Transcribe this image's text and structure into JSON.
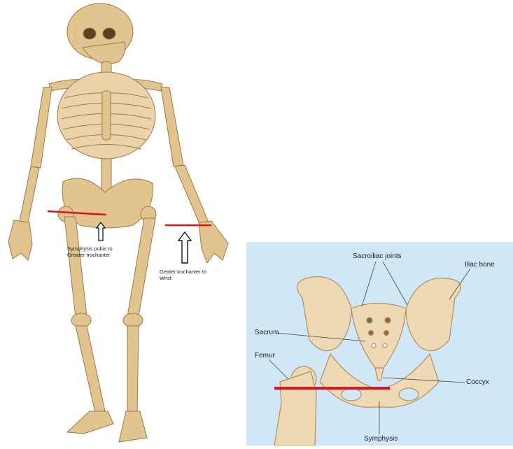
{
  "skeleton": {
    "label_left": "Symphysis pubis to\nGreater trochanter",
    "label_right": "Geater trochanter to\nWrist"
  },
  "pelvis": {
    "labels": {
      "sacroiliac": "Sacroiliac joints",
      "iliac": "Iliac bone",
      "sacrum": "Sacrum",
      "femur": "Femur",
      "coccyx": "Coccyx",
      "symphysis": "Symphysis"
    }
  },
  "colors": {
    "bone": "#e4c796",
    "bone_dark": "#b8955e",
    "measure_line": "#e0131b",
    "panel_bg": "#cfe7f7"
  }
}
